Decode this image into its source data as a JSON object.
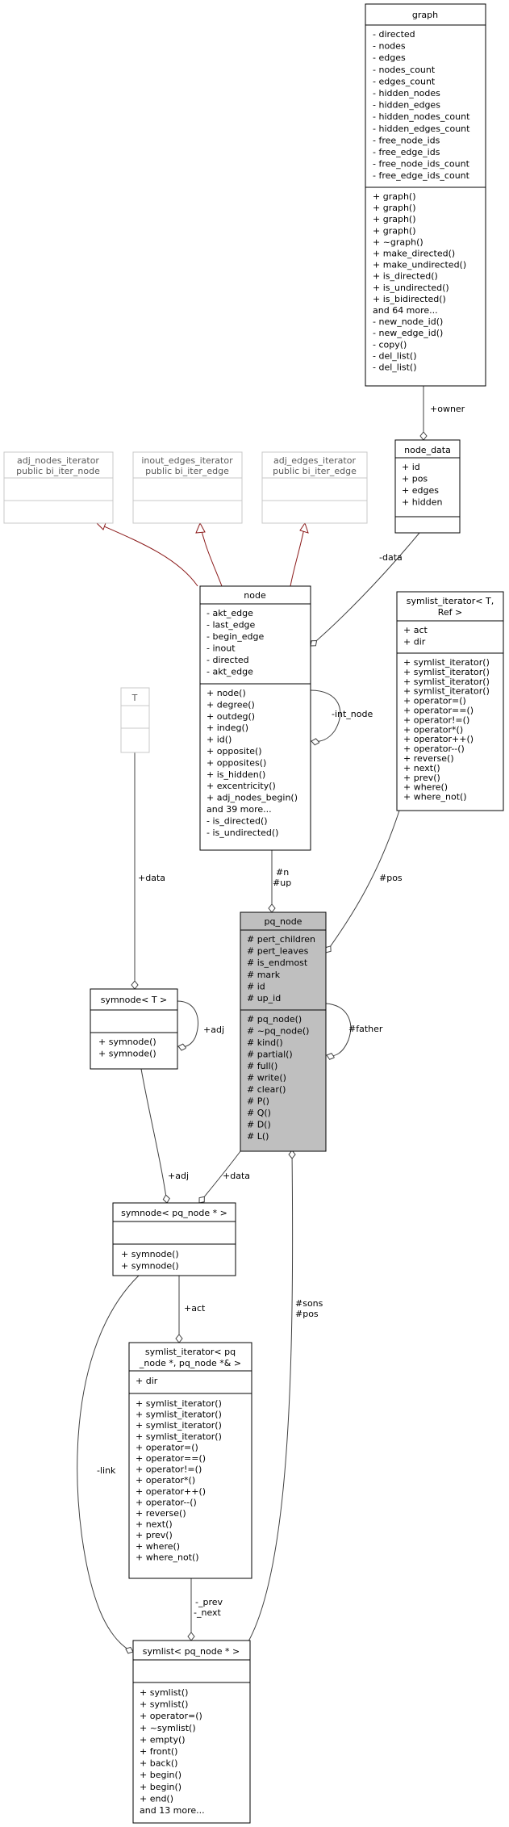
{
  "classes": {
    "graph": {
      "title": "graph",
      "attributes": [
        "- directed",
        "- nodes",
        "- edges",
        "- nodes_count",
        "- edges_count",
        "- hidden_nodes",
        "- hidden_edges",
        "- hidden_nodes_count",
        "- hidden_edges_count",
        "- free_node_ids",
        "- free_edge_ids",
        "- free_node_ids_count",
        "- free_edge_ids_count"
      ],
      "methods": [
        "+ graph()",
        "+ graph()",
        "+ graph()",
        "+ graph()",
        "+ ~graph()",
        "+ make_directed()",
        "+ make_undirected()",
        "+ is_directed()",
        "+ is_undirected()",
        "+ is_bidirected()",
        "and 64 more...",
        "- new_node_id()",
        "- new_edge_id()",
        "- copy()",
        "- del_list()",
        "- del_list()"
      ]
    },
    "node_data": {
      "title": "node_data",
      "attributes": [
        "+ id",
        "+ pos",
        "+ edges",
        "+ hidden"
      ],
      "methods": []
    },
    "adj_nodes_iterator": {
      "title_lines": [
        "adj_nodes_iterator",
        "public bi_iter_node"
      ]
    },
    "inout_edges_iterator": {
      "title_lines": [
        "inout_edges_iterator",
        "public bi_iter_edge"
      ]
    },
    "adj_edges_iterator": {
      "title_lines": [
        "adj_edges_iterator",
        "public bi_iter_edge"
      ]
    },
    "node": {
      "title": "node",
      "attributes": [
        "- akt_edge",
        "- last_edge",
        "- begin_edge",
        "- inout",
        "- directed",
        "- akt_edge"
      ],
      "methods": [
        "+ node()",
        "+ degree()",
        "+ outdeg()",
        "+ indeg()",
        "+ id()",
        "+ opposite()",
        "+ opposites()",
        "+ is_hidden()",
        "+ excentricity()",
        "+ adj_nodes_begin()",
        "and 39 more...",
        "- is_directed()",
        "- is_undirected()"
      ]
    },
    "symlist_iterator_T": {
      "title_lines": [
        "symlist_iterator< T,",
        "Ref >"
      ],
      "attributes": [
        "+ act",
        "+ dir"
      ],
      "methods": [
        "+ symlist_iterator()",
        "+ symlist_iterator()",
        "+ symlist_iterator()",
        "+ symlist_iterator()",
        "+ operator=()",
        "+ operator==()",
        "+ operator!=()",
        "+ operator*()",
        "+ operator++()",
        "+ operator--()",
        "+ reverse()",
        "+ next()",
        "+ prev()",
        "+ where()",
        "+ where_not()"
      ]
    },
    "T": {
      "title": "T"
    },
    "pq_node": {
      "title": "pq_node",
      "attributes": [
        "# pert_children",
        "# pert_leaves",
        "# is_endmost",
        "# mark",
        "# id",
        "# up_id"
      ],
      "methods": [
        "# pq_node()",
        "# ~pq_node()",
        "# kind()",
        "# partial()",
        "# full()",
        "# write()",
        "# clear()",
        "# P()",
        "# Q()",
        "# D()",
        "# L()"
      ]
    },
    "symnode_T": {
      "title": "symnode< T >",
      "attributes": [],
      "methods": [
        "+ symnode()",
        "+ symnode()"
      ]
    },
    "symnode_pq": {
      "title": "symnode< pq_node * >",
      "attributes": [],
      "methods": [
        "+ symnode()",
        "+ symnode()"
      ]
    },
    "symlist_iterator_pq": {
      "title_lines": [
        "symlist_iterator< pq",
        "_node *, pq_node *& >"
      ],
      "attributes": [
        "+ dir"
      ],
      "methods": [
        "+ symlist_iterator()",
        "+ symlist_iterator()",
        "+ symlist_iterator()",
        "+ symlist_iterator()",
        "+ operator=()",
        "+ operator==()",
        "+ operator!=()",
        "+ operator*()",
        "+ operator++()",
        "+ operator--()",
        "+ reverse()",
        "+ next()",
        "+ prev()",
        "+ where()",
        "+ where_not()"
      ]
    },
    "symlist_pq": {
      "title": "symlist< pq_node * >",
      "attributes": [],
      "methods": [
        "+ symlist()",
        "+ symlist()",
        "+ operator=()",
        "+ ~symlist()",
        "+ empty()",
        "+ front()",
        "+ back()",
        "+ begin()",
        "+ begin()",
        "+ end()",
        "and 13 more..."
      ]
    }
  },
  "edge_labels": {
    "owner": "+owner",
    "data_node": "-data",
    "int_node": "-int_node",
    "n": "#n",
    "up": "#up",
    "pos_iter": "#pos",
    "father": "#father",
    "data_T": "+data",
    "adj_self": "+adj",
    "adj": "+adj",
    "data_pq": "+data",
    "sons": "#sons",
    "pos_sons": "#pos",
    "act": "+act",
    "link": "-link",
    "prev": "-_prev",
    "next": "-_next"
  },
  "colors": {
    "highlight_fill": "#bfbfbf",
    "inheritance_arrow": "#8b1a1a",
    "association": "#404040",
    "gray_box": "#c8c8c8"
  }
}
